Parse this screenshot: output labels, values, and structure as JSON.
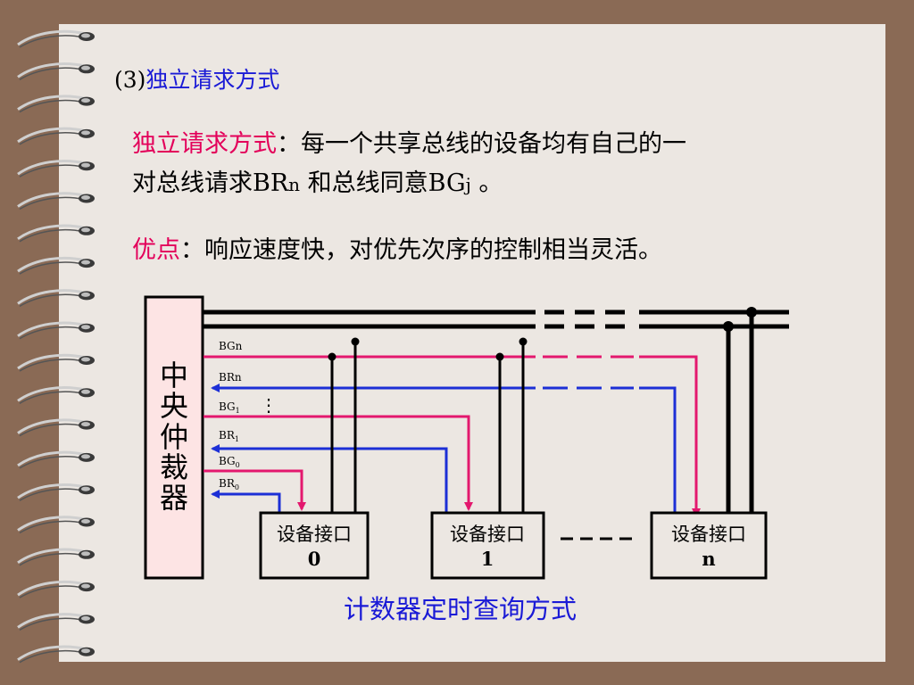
{
  "heading": {
    "num": "(3)",
    "title": "独立请求方式"
  },
  "paragraph1": {
    "term": "独立请求方式",
    "colon": "：",
    "line1_rest": "每一个共享总线的设备均有自己的一",
    "line2_a": "对总线请求BR",
    "sub_n": "n",
    "line2_b": " 和总线同意BG",
    "sub_j": "j",
    "line2_c": " 。"
  },
  "paragraph2": {
    "term": "优点",
    "colon": "：",
    "text": "响应速度快，对优先次序的控制相当灵活。"
  },
  "diagram": {
    "arbiter_chars": [
      "中",
      "央",
      "仲",
      "裁",
      "器"
    ],
    "signals": {
      "bgn": "BGn",
      "brn": "BRn",
      "bg1": "BG",
      "br1": "BR",
      "bg0": "BG",
      "br0": "BR",
      "sub1": "1",
      "sub0": "0"
    },
    "vdots": "⋮",
    "devices": [
      {
        "label": "设备接口",
        "index": "0"
      },
      {
        "label": "设备接口",
        "index": "1"
      },
      {
        "label": "设备接口",
        "index": "n"
      }
    ],
    "colors": {
      "grant": "#e3186e",
      "request": "#1c2fd6",
      "bus": "#000000",
      "arbiter_fill": "#fde4e4"
    }
  },
  "caption": "计数器定时查询方式"
}
